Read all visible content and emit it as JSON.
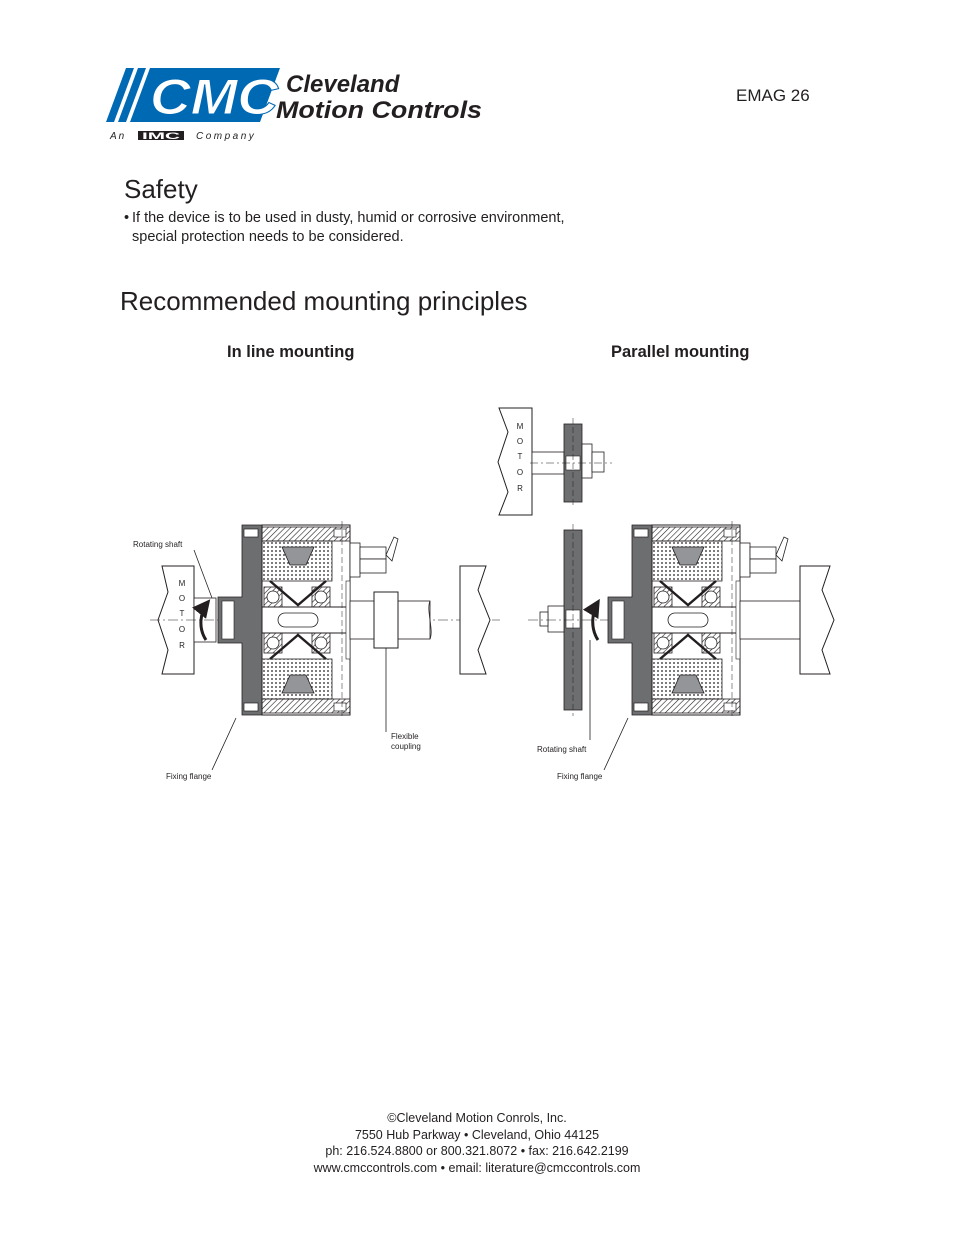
{
  "header": {
    "logo": {
      "mark": "CMC",
      "line1": "Cleveland",
      "line2": "Motion Controls",
      "tag_an": "An",
      "tag_brand": "IMC",
      "tag_company": "Company",
      "color": "#0069b4"
    },
    "doc_code": "EMAG 26"
  },
  "safety": {
    "heading": "Safety",
    "bullet": "•",
    "text_line1": "If the device is to be used in dusty, humid or corrosive environment,",
    "text_line2": "special protection needs to be considered."
  },
  "mounting": {
    "heading": "Recommended mounting principles",
    "inline": {
      "title": "In line mounting",
      "motor_letters": [
        "M",
        "O",
        "T",
        "O",
        "R"
      ],
      "rotating_shaft": "Rotating shaft",
      "fixing_flange": "Fixing flange",
      "coupling_line1": "Flexible",
      "coupling_line2": "coupling"
    },
    "parallel": {
      "title": "Parallel mounting",
      "motor_letters": [
        "M",
        "O",
        "T",
        "O",
        "R"
      ],
      "rotating_shaft": "Rotating shaft",
      "fixing_flange": "Fixing flange"
    }
  },
  "footer": {
    "line1": "©Cleveland Motion Conrols, Inc.",
    "line2": "7550 Hub Parkway  •  Cleveland, Ohio 44125",
    "line3": "ph:  216.524.8800 or 800.321.8072  •  fax:  216.642.2199",
    "line4": "www.cmccontrols.com  •  email:  literature@cmccontrols.com"
  }
}
